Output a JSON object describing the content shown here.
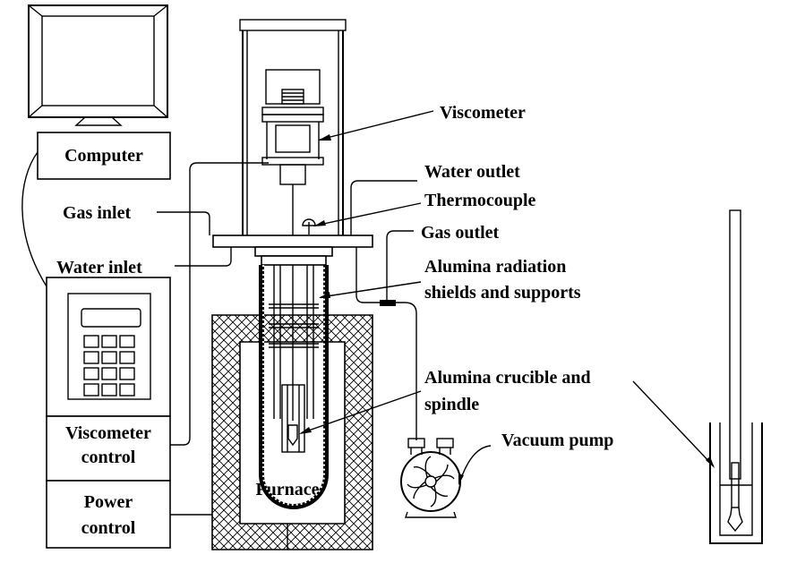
{
  "labels": {
    "computer": "Computer",
    "viscometer": "Viscometer",
    "water_outlet": "Water outlet",
    "thermocouple": "Thermocouple",
    "gas_inlet": "Gas inlet",
    "gas_outlet": "Gas outlet",
    "water_inlet": "Water inlet",
    "alumina_shields_line1": "Alumina radiation",
    "alumina_shields_line2": "shields and supports",
    "alumina_crucible_line1": "Alumina crucible and",
    "alumina_crucible_line2": "spindle",
    "vacuum_pump": "Vacuum pump",
    "viscometer_control_line1": "Viscometer",
    "viscometer_control_line2": "control",
    "power_control_line1": "Power",
    "power_control_line2": "control",
    "furnace": "Furnace"
  }
}
